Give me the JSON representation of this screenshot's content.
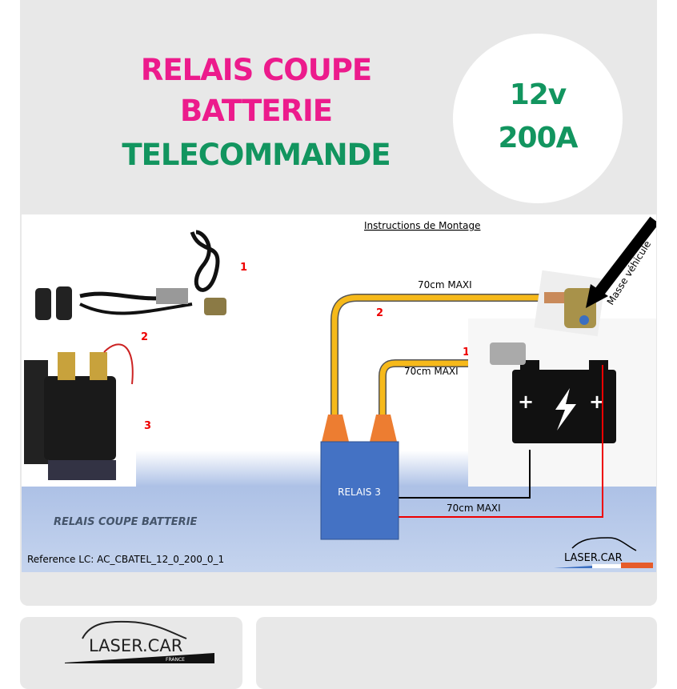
{
  "header": {
    "title_line1": "RELAIS COUPE",
    "title_line2": "BATTERIE",
    "title_line3": "TELECOMMANDE",
    "voltage": "12v",
    "current": "200A"
  },
  "diagram": {
    "heading": "Instructions  de Montage",
    "cable_label_top": "70cm MAXI",
    "cable_label_mid": "70cm MAXI",
    "cable_label_bottom": "70cm MAXI",
    "ground_label": "Masse véhicule",
    "relay_label": "RELAIS 3",
    "markers": [
      "1",
      "2",
      "3"
    ],
    "product_caption": "RELAIS COUPE BATTERIE",
    "reference": "Reference LC: AC_CBATEL_12_0_200_0_1",
    "logo": "LASER.CAR"
  },
  "footer": {
    "logo": "LASER.CAR",
    "logo_sub": "FRANCE"
  },
  "colors": {
    "pink": "#ec1b8c",
    "green": "#12955f",
    "cable": "#f6b91a",
    "relay": "#4472c4",
    "connector": "#ed7d31"
  }
}
